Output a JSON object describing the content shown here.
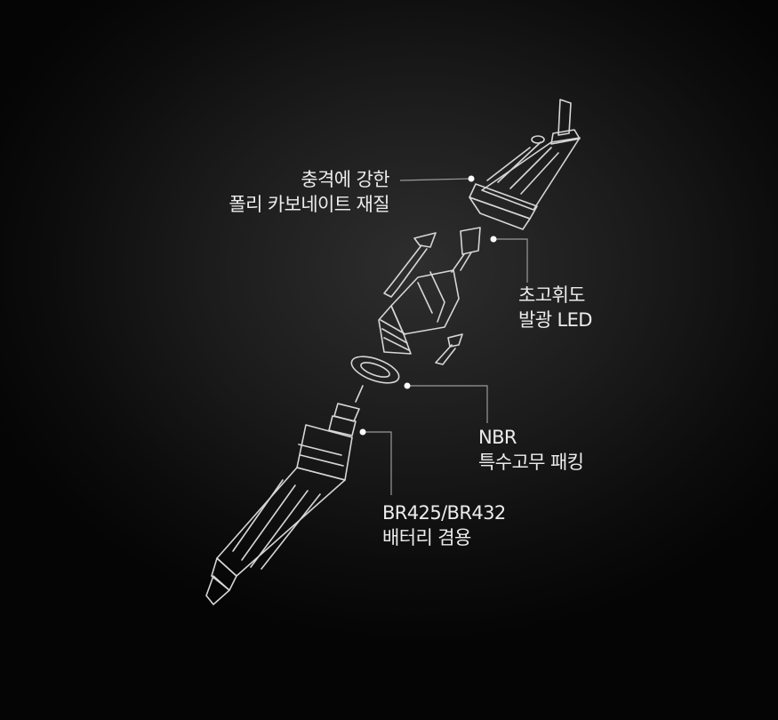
{
  "callouts": [
    {
      "id": "housing",
      "lines": [
        "충격에 강한",
        "폴리 카보네이트 재질"
      ]
    },
    {
      "id": "led",
      "lines": [
        "초고휘도",
        "발광 LED"
      ]
    },
    {
      "id": "packing",
      "lines": [
        "NBR",
        "특수고무 패킹"
      ]
    },
    {
      "id": "battery",
      "lines": [
        "BR425/BR432",
        "배터리 겸용"
      ]
    }
  ],
  "colors": {
    "background": "#111111",
    "line_art": "#d8d8d8",
    "text": "#ececec",
    "leader": "#9a9a9a"
  }
}
